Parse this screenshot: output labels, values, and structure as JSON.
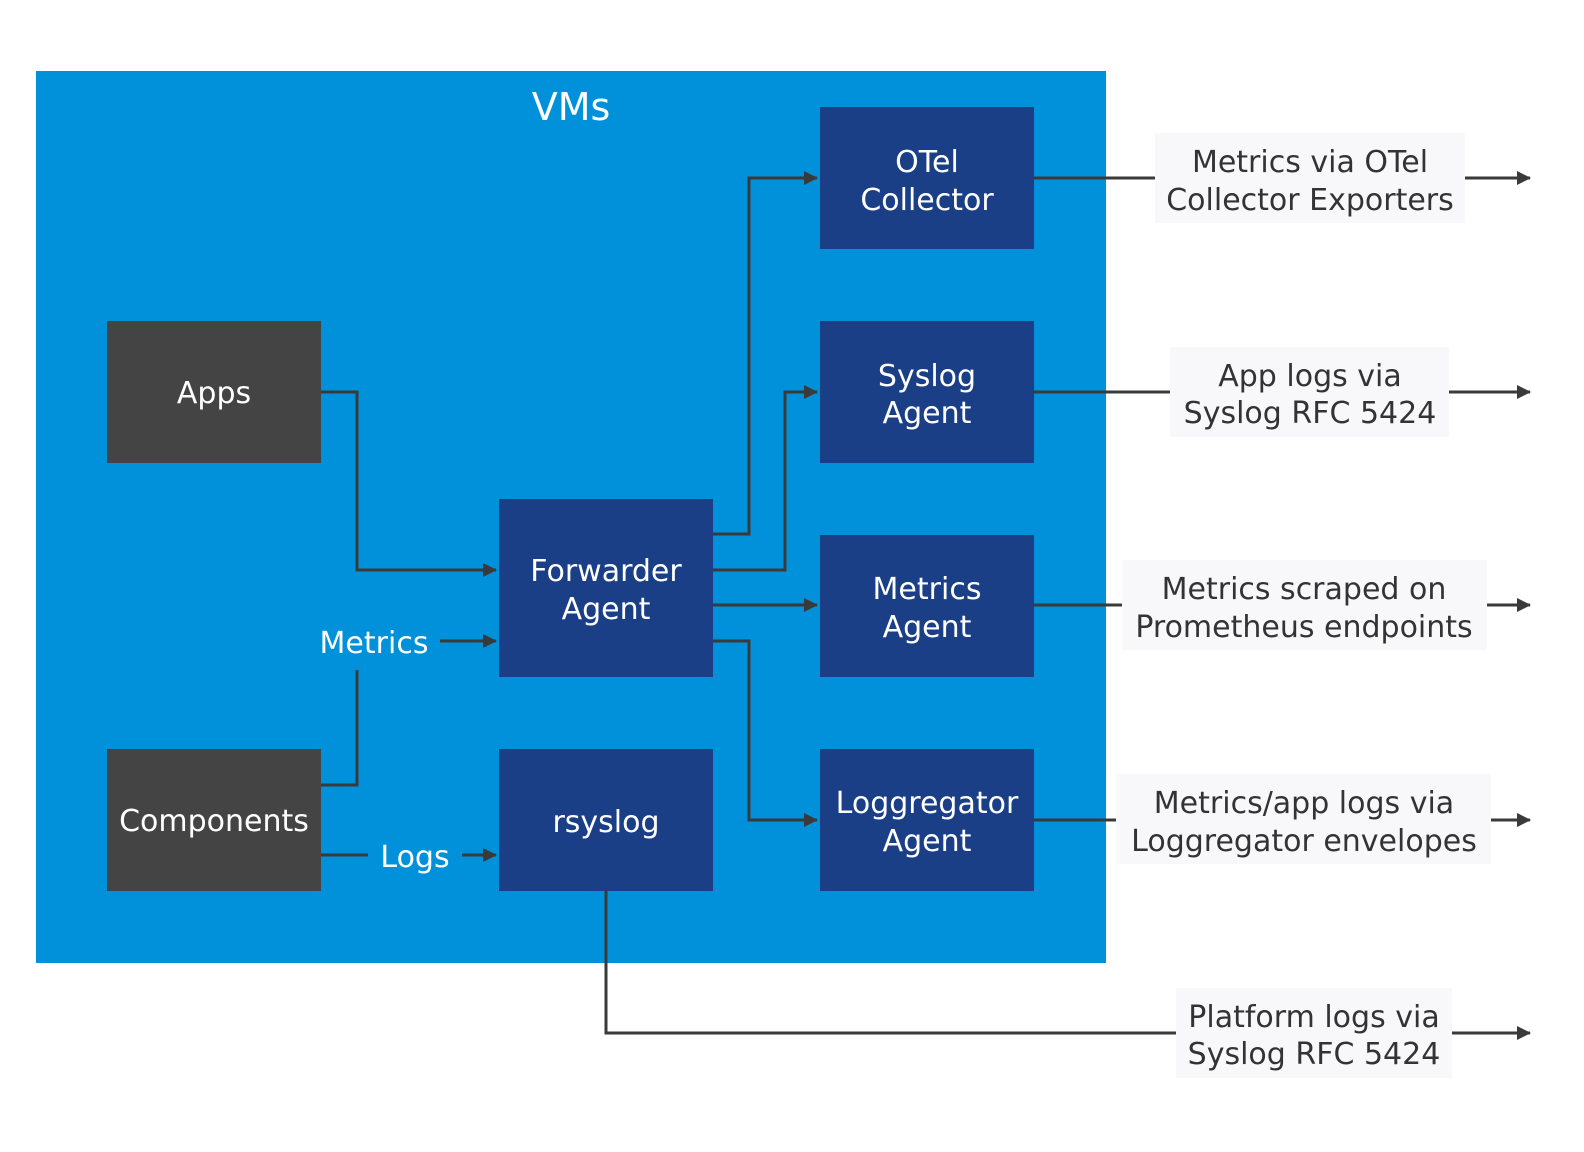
{
  "diagram": {
    "container": {
      "title": "VMs"
    },
    "sources": {
      "apps": "Apps",
      "components": "Components"
    },
    "agents": {
      "forwarder": [
        "Forwarder",
        "Agent"
      ],
      "rsyslog": "rsyslog",
      "otel": [
        "OTel",
        "Collector"
      ],
      "syslog": [
        "Syslog",
        "Agent"
      ],
      "metrics": [
        "Metrics",
        "Agent"
      ],
      "loggregator": [
        "Loggregator",
        "Agent"
      ]
    },
    "edge_labels": {
      "metrics": "Metrics",
      "logs": "Logs"
    },
    "outputs": {
      "otel": [
        "Metrics via OTel",
        "Collector Exporters"
      ],
      "syslog": [
        "App logs via",
        "Syslog RFC 5424"
      ],
      "metrics": [
        "Metrics scraped on",
        "Prometheus endpoints"
      ],
      "loggregator": [
        "Metrics/app logs via",
        "Loggregator envelopes"
      ],
      "platform": [
        "Platform logs via",
        "Syslog RFC 5424"
      ]
    },
    "colors": {
      "vm_bg": "#0091DA",
      "agent_box": "#1A3F87",
      "source_box": "#444444",
      "line": "#3A3A3A",
      "label_bg": "#F8F8FA"
    }
  }
}
